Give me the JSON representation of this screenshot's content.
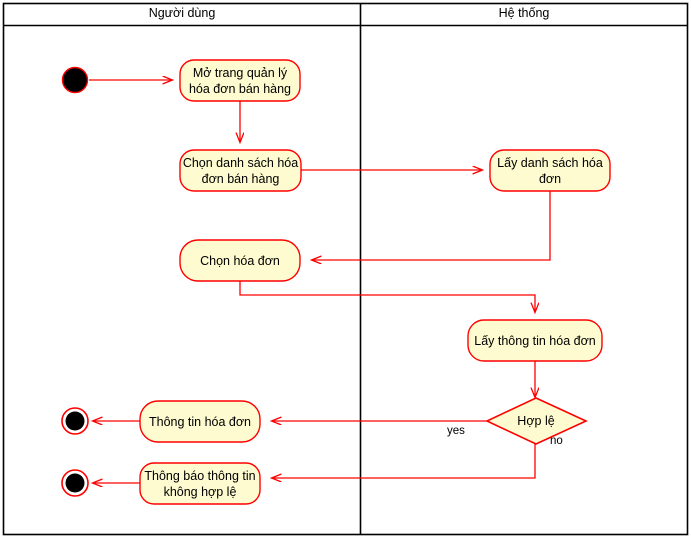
{
  "diagram": {
    "type": "uml-activity-diagram",
    "colors": {
      "node_fill": "#fdfbcf",
      "node_stroke": "#ff0000",
      "edge_stroke": "#ff0000",
      "lane_stroke": "#000000",
      "text": "#000000",
      "terminal_fill": "#000000"
    },
    "lanes": [
      {
        "id": "user",
        "title": "Người dùng"
      },
      {
        "id": "system",
        "title": "Hệ thống"
      }
    ],
    "nodes": [
      {
        "id": "start",
        "kind": "initial-node",
        "label": "",
        "lane": "user"
      },
      {
        "id": "open-page",
        "kind": "action",
        "label": "Mở trang quản lý\nhóa đơn bán hàng",
        "lane": "user"
      },
      {
        "id": "choose-list",
        "kind": "action",
        "label": "Chọn danh sách hóa\nđơn bán hàng",
        "lane": "user"
      },
      {
        "id": "get-list",
        "kind": "action",
        "label": "Lấy danh sách hóa\nđơn",
        "lane": "system"
      },
      {
        "id": "choose-invoice",
        "kind": "action",
        "label": "Chọn hóa đơn",
        "lane": "user"
      },
      {
        "id": "get-info",
        "kind": "action",
        "label": "Lấy thông tin hóa đơn",
        "lane": "system"
      },
      {
        "id": "valid",
        "kind": "decision",
        "label": "Hợp lệ",
        "lane": "system"
      },
      {
        "id": "invoice-info",
        "kind": "action",
        "label": "Thông tin hóa đơn",
        "lane": "user"
      },
      {
        "id": "invalid-notice",
        "kind": "action",
        "label": "Thông báo thông tin\nkhông hợp lệ",
        "lane": "user"
      },
      {
        "id": "end-valid",
        "kind": "final-node",
        "label": "",
        "lane": "user"
      },
      {
        "id": "end-invalid",
        "kind": "final-node",
        "label": "",
        "lane": "user"
      }
    ],
    "edges": [
      {
        "from": "start",
        "to": "open-page",
        "label": ""
      },
      {
        "from": "open-page",
        "to": "choose-list",
        "label": ""
      },
      {
        "from": "choose-list",
        "to": "get-list",
        "label": ""
      },
      {
        "from": "get-list",
        "to": "choose-invoice",
        "label": ""
      },
      {
        "from": "choose-invoice",
        "to": "get-info",
        "label": ""
      },
      {
        "from": "get-info",
        "to": "valid",
        "label": ""
      },
      {
        "from": "valid",
        "to": "invoice-info",
        "label": "yes"
      },
      {
        "from": "valid",
        "to": "invalid-notice",
        "label": "no"
      },
      {
        "from": "invoice-info",
        "to": "end-valid",
        "label": ""
      },
      {
        "from": "invalid-notice",
        "to": "end-invalid",
        "label": ""
      }
    ],
    "edge_labels": {
      "yes": "yes",
      "no": "no"
    }
  }
}
